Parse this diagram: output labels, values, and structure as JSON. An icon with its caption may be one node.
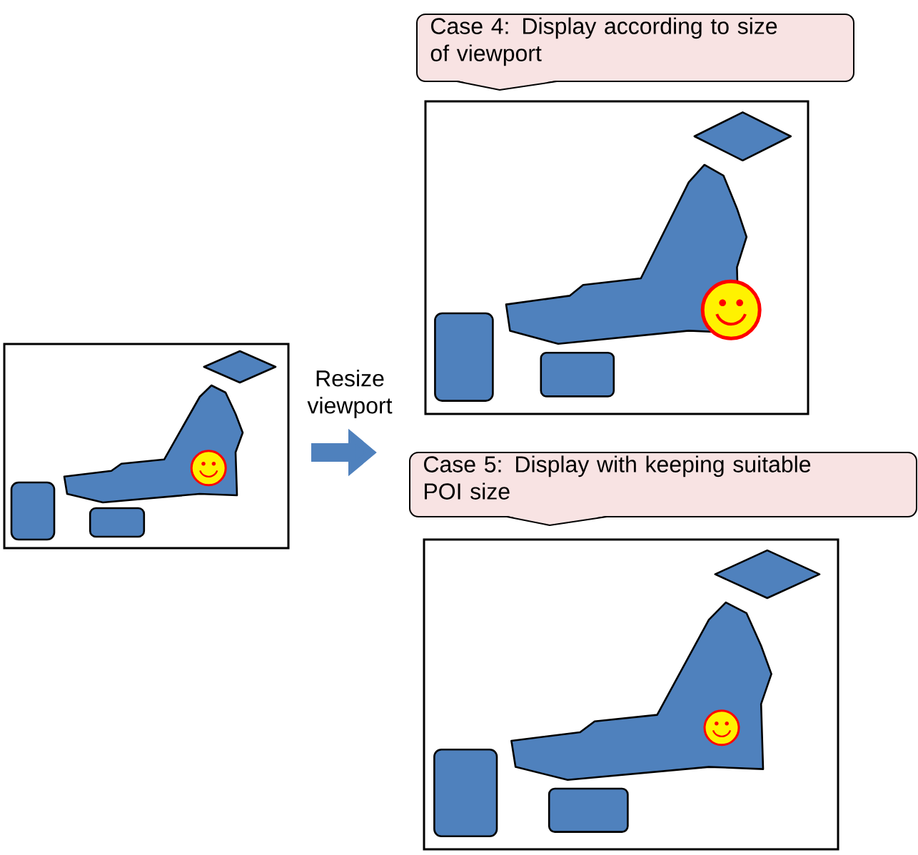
{
  "diagram": {
    "nodes": [
      {
        "text": [],
        "shape": "box"
      },
      {
        "text": [
          "Case 4: Display according to size of viewport"
        ]
      },
      {
        "text": [],
        "shape": "box"
      },
      {
        "text": [
          "Case 5: Display with keeping suitable POI size"
        ]
      },
      {
        "text": [],
        "shape": "box"
      }
    ],
    "labels": [
      "Resize viewport"
    ]
  }
}
